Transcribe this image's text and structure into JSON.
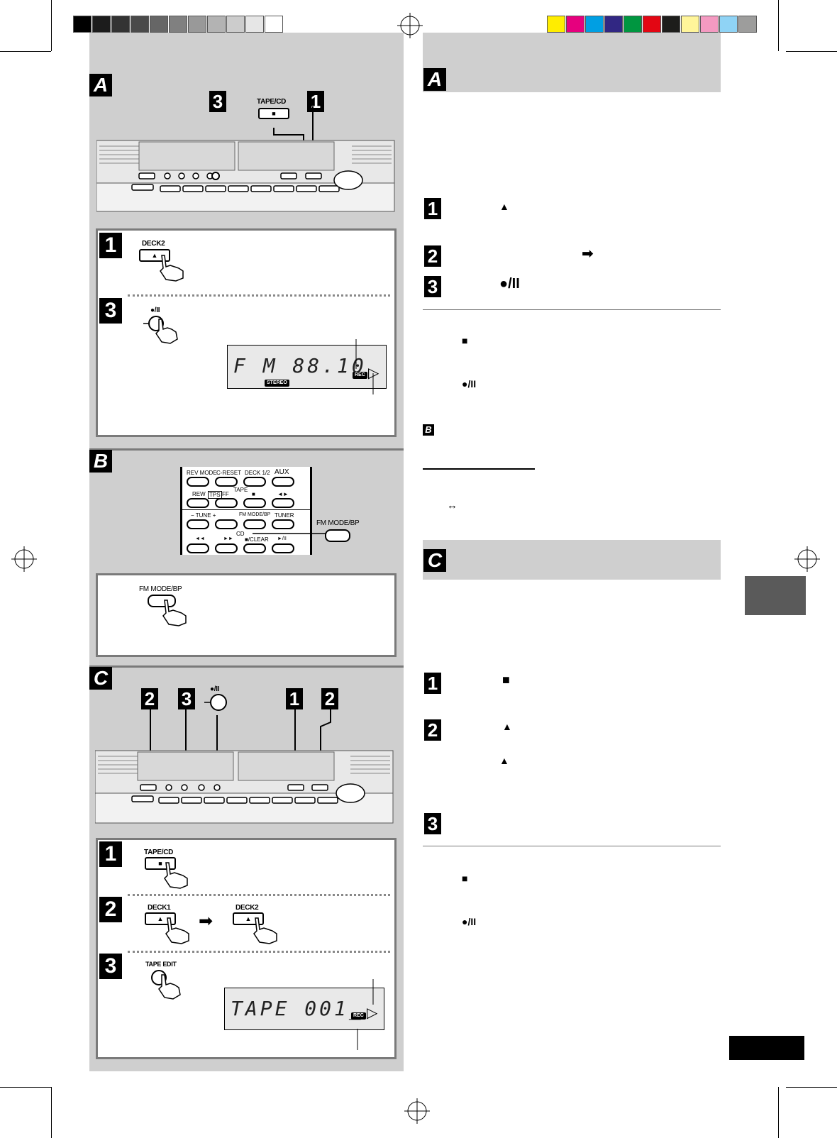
{
  "colors": {
    "grayscale_bar": [
      "#000000",
      "#1c1c1c",
      "#333333",
      "#4a4a4a",
      "#666666",
      "#808080",
      "#999999",
      "#b3b3b3",
      "#cccccc",
      "#e6e6e6",
      "#ffffff"
    ],
    "color_bar": [
      "#ffed00",
      "#e6007e",
      "#009fe3",
      "#312783",
      "#009640",
      "#e30613",
      "#1d1d1b",
      "#fff59a",
      "#f49ac1",
      "#8fd3f5",
      "#9d9d9c"
    ],
    "panel_gray": "#cfcfcf"
  },
  "left": {
    "section_a": {
      "letter": "A",
      "callouts": [
        "3",
        "1"
      ],
      "tape_cd_label": "TAPE/CD",
      "tape_cd_symbol": "■",
      "step1": {
        "num": "1",
        "button_label": "DECK2",
        "button_symbol": "▲"
      },
      "step3": {
        "num": "3",
        "button_label": "●/II",
        "display": {
          "text": "F M   88.10",
          "stereo_tag": "STEREO",
          "rec_tag": "REC",
          "arrow": "▷"
        }
      }
    },
    "section_b": {
      "letter": "B",
      "remote": {
        "row1": [
          "REV MODE",
          "C-RESET",
          "DECK 1/2",
          "AUX"
        ],
        "row2": [
          "REW",
          "TPS",
          "FF",
          "TAPE",
          "■",
          "◄►"
        ],
        "row3": [
          "− TUNE +",
          "FM MODE/BP",
          "TUNER"
        ],
        "row3_cd": "CD",
        "row4": [
          "◄◄",
          "►►",
          "■/CLEAR",
          "►/II"
        ]
      },
      "callout_label": "FM MODE/BP",
      "step_button_label": "FM MODE/BP"
    },
    "section_c": {
      "letter": "C",
      "callouts": [
        "2",
        "3",
        "1",
        "2"
      ],
      "rec_pause_label": "●/II",
      "step1": {
        "num": "1",
        "button_label": "TAPE/CD",
        "button_symbol": "■"
      },
      "step2": {
        "num": "2",
        "deck1_label": "DECK1",
        "deck2_label": "DECK2",
        "button_symbol": "▲",
        "arrow": "➡"
      },
      "step3": {
        "num": "3",
        "button_label": "TAPE EDIT",
        "display": {
          "text": "TAPE  001_",
          "rec_tag": "REC",
          "arrow": "▷"
        }
      }
    }
  },
  "right": {
    "section_a": {
      "letter": "A",
      "steps": [
        {
          "num": "1",
          "symbol": "▲"
        },
        {
          "num": "2",
          "symbol": "➡"
        },
        {
          "num": "3",
          "symbol": "●/II"
        }
      ],
      "notes": [
        "■",
        "●/II"
      ],
      "ref_letter": "B",
      "ref_symbol": "↔"
    },
    "section_c": {
      "letter": "C",
      "steps": [
        {
          "num": "1",
          "symbol": "■"
        },
        {
          "num": "2",
          "symbol": "▲",
          "extra_symbol": "▲"
        },
        {
          "num": "3",
          "symbol": ""
        }
      ],
      "notes": [
        "■",
        "●/II"
      ]
    }
  }
}
